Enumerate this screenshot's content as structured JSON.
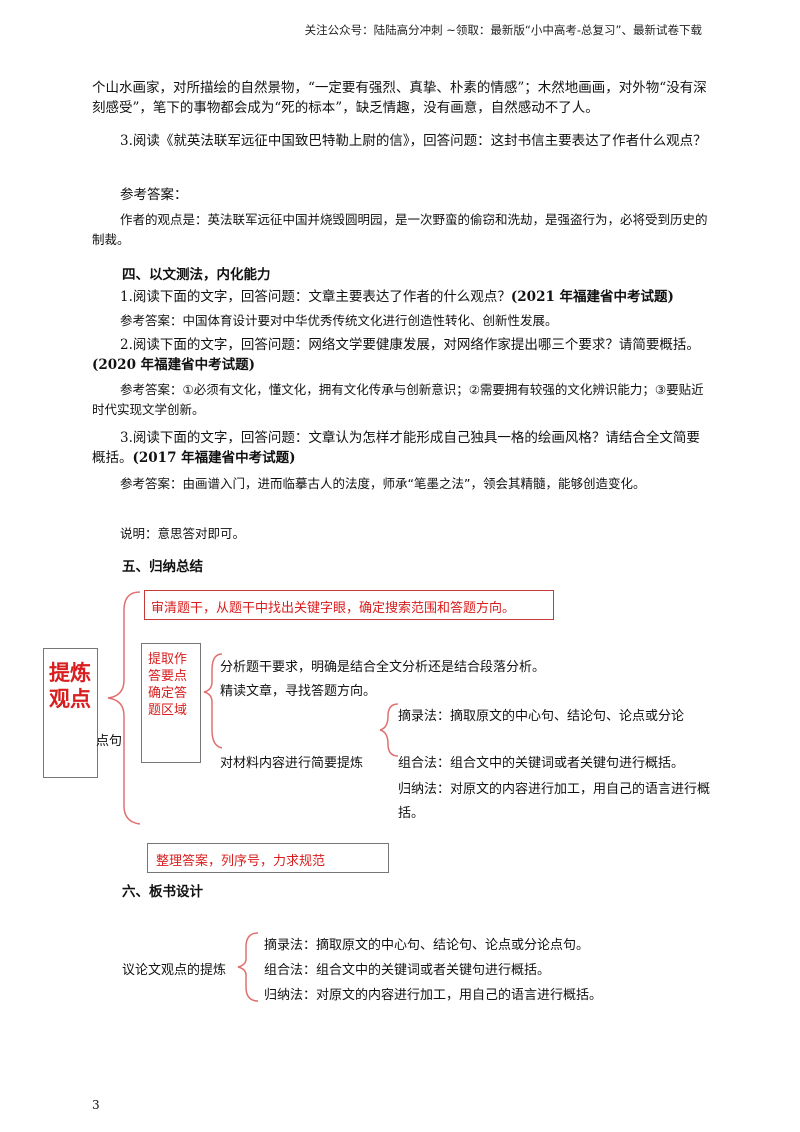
{
  "header": "关注公众号：陆陆高分冲刺  ~领取：最新版“小中高考-总复习”、最新试卷下载",
  "intro": "个山水画家，对所描绘的自然景物，“一定要有强烈、真挚、朴素的情感”；木然地画画，对外物“没有深刻感受”，笔下的事物都会成为“死的标本”，缺乏情趣，没有画意，自然感动不了人。",
  "q3": {
    "question": "3.阅读《就英法联军远征中国致巴特勒上尉的信》，回答问题：这封书信主要表达了作者什么观点？",
    "ref_label": "参考答案：",
    "answer": "作者的观点是：英法联军远征中国并烧毁圆明园，是一次野蛮的偷窃和洗劫，是强盗行为，必将受到历史的制裁。"
  },
  "section4": {
    "title": "四、以文测法，内化能力",
    "q1_text": "1.阅读下面的文字，回答问题：文章主要表达了作者的什么观点？",
    "q1_source": "(2021 年福建省中考试题)",
    "a1": "参考答案：中国体育设计要对中华优秀传统文化进行创造性转化、创新性发展。",
    "q2_text": "2.阅读下面的文字，回答问题：网络文学要健康发展，对网络作家提出哪三个要求？请简要概括。",
    "q2_source": "(2020 年福建省中考试题)",
    "a2": "参考答案：①必须有文化，懂文化，拥有文化传承与创新意识；②需要拥有较强的文化辨识能力；③要贴近时代实现文学创新。",
    "q3_text": "3.阅读下面的文字，回答问题：文章认为怎样才能形成自己独具一格的绘画风格？请结合全文简要概括。",
    "q3_source": "(2017 年福建省中考试题)",
    "a3": "参考答案：由画谱入门，进而临摹古人的法度，师承“笔墨之法”，领会其精髓，能够创造变化。",
    "note": "说明：意思答对即可。"
  },
  "section5": {
    "title": "五、归纳总结",
    "main_label": "提炼观点",
    "step1": "审清题干，从题干中找出关键字眼，确定搜索范围和答题方向。",
    "step2_label": "提取作答要点确定答题区域",
    "step2_items": [
      "分析题干要求，明确是结合全文分析还是结合段落分析。",
      "精读文章，寻找答题方向。"
    ],
    "step2_sub_label": "对材料内容进行简要提炼",
    "methods": [
      {
        "name": "摘录法",
        "text": "：摘取原文的中心句、结论句、论点或分论"
      },
      {
        "name": "组合法",
        "text": "：组合文中的关键词或者关键句进行概括。"
      },
      {
        "name": "归纳法",
        "text": "：对原文的内容进行加工，用自己的语言进行概括。"
      }
    ],
    "overflow_text": "点句",
    "step3": "整理答案，列序号，力求规范"
  },
  "section6": {
    "title": "六、板书设计",
    "label": "议论文观点的提炼",
    "items": [
      "摘录法：摘取原文的中心句、结论句、论点或分论点句。",
      "组合法：组合文中的关键词或者关键句进行概括。",
      "归纳法：对原文的内容进行加工，用自己的语言进行概括。"
    ]
  },
  "page_number": "3",
  "colors": {
    "accent_red": "#d81e1e",
    "border_red": "#c83a3a",
    "brace": "#e07070"
  }
}
